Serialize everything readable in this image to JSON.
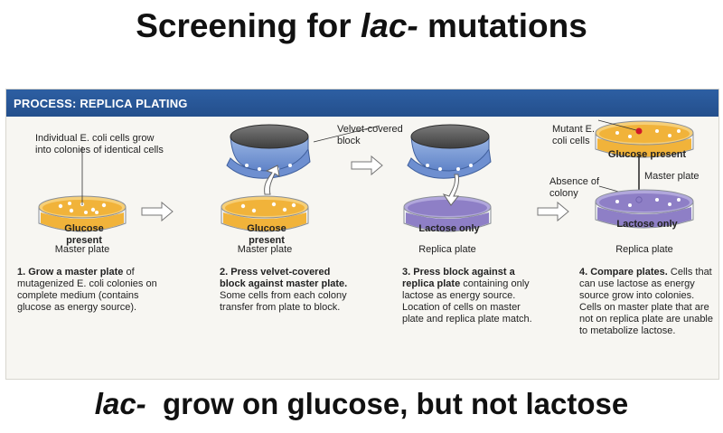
{
  "title": {
    "prefix": "Screening for ",
    "italic": "lac-",
    "suffix": " mutations"
  },
  "process_header": "PROCESS: REPLICA PLATING",
  "labels": {
    "individual_cells": "Individual E. coli cells grow into colonies of identical cells",
    "velvet_block": "Velvet-covered block",
    "mutant_cells": "Mutant E. coli cells",
    "absence_colony": "Absence of colony",
    "master_plate_small": "Master plate"
  },
  "plates": {
    "p1": {
      "text": "Glucose present",
      "caption": "Master plate"
    },
    "p2": {
      "text": "Glucose present",
      "caption": "Master plate"
    },
    "p3": {
      "text": "Lactose only",
      "caption": "Replica plate"
    },
    "p4top": {
      "text": "Glucose present"
    },
    "p4bot": {
      "text": "Lactose only",
      "caption": "Replica plate"
    }
  },
  "steps": [
    {
      "bold": "1. Grow a master plate",
      "text": " of mutagenized E. coli colonies on complete medium (contains glucose as energy source)."
    },
    {
      "bold": "2. Press velvet-covered block against master plate.",
      "text": " Some cells from each colony transfer from plate to block."
    },
    {
      "bold": "3. Press block against a replica plate",
      "text": " containing only lactose as energy source. Location of cells on master plate and replica plate match."
    },
    {
      "bold": "4. Compare plates.",
      "text": " Cells that can use lactose as energy source grow into colonies. Cells on master plate that are not on replica plate are unable to metabolize lactose."
    }
  ],
  "bottom": {
    "italic": "lac-",
    "text": "  grow on glucose, but not lactose"
  },
  "colors": {
    "header": "#2d5fa3",
    "glucose": "#f1b33a",
    "lactose": "#8e7fc6",
    "block": "#7d9fd8",
    "mutant": "#d0182a"
  }
}
